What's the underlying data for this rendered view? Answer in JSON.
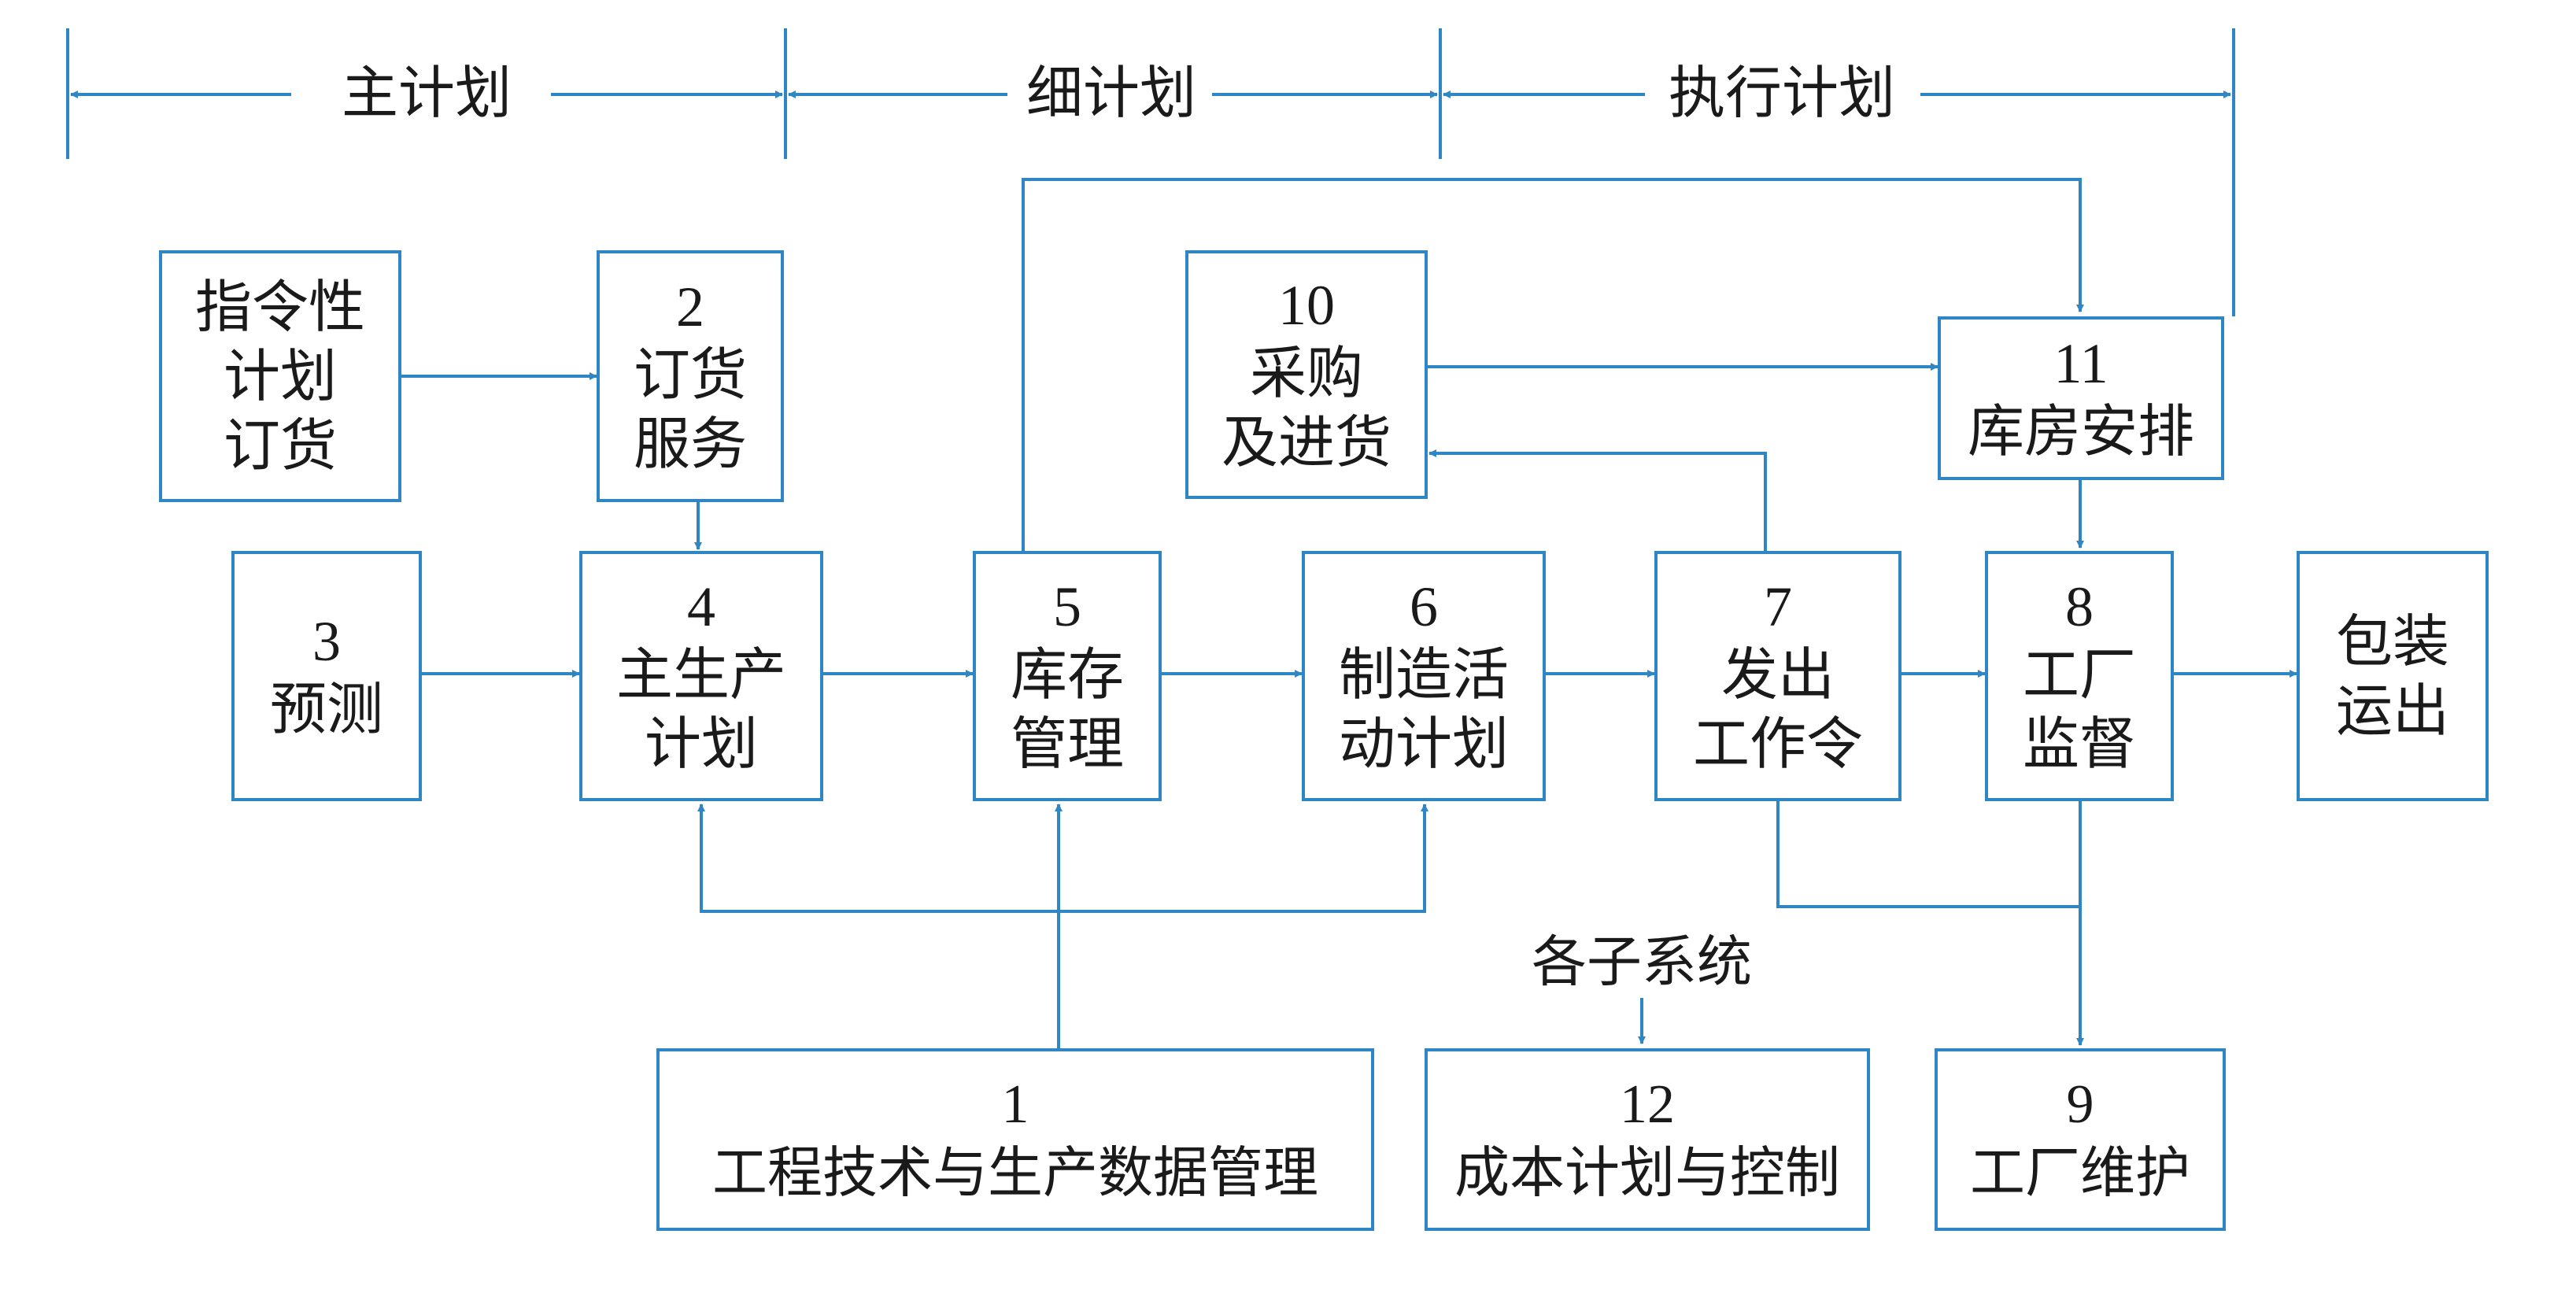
{
  "colors": {
    "line": "#2f86c4",
    "text": "#1a1a1a",
    "background": "#ffffff"
  },
  "phases": {
    "master": "主计划",
    "detail": "细计划",
    "execution": "执行计划"
  },
  "boxes": {
    "b_directive": {
      "lines": [
        "指令性",
        "计划",
        "订货"
      ]
    },
    "b2": {
      "num": "2",
      "lines": [
        "订货",
        "服务"
      ]
    },
    "b3": {
      "num": "3",
      "lines": [
        "预测"
      ]
    },
    "b4": {
      "num": "4",
      "lines": [
        "主生产",
        "计划"
      ]
    },
    "b5": {
      "num": "5",
      "lines": [
        "库存",
        "管理"
      ]
    },
    "b6": {
      "num": "6",
      "lines": [
        "制造活",
        "动计划"
      ]
    },
    "b7": {
      "num": "7",
      "lines": [
        "发出",
        "工作令"
      ]
    },
    "b8": {
      "num": "8",
      "lines": [
        "工厂",
        "监督"
      ]
    },
    "b_ship": {
      "lines": [
        "包装",
        "运出"
      ]
    },
    "b10": {
      "num": "10",
      "lines": [
        "采购",
        "及进货"
      ]
    },
    "b11": {
      "num": "11",
      "lines": [
        "库房安排"
      ]
    },
    "b1": {
      "num": "1",
      "lines": [
        "工程技术与生产数据管理"
      ]
    },
    "b12": {
      "num": "12",
      "lines": [
        "成本计划与控制"
      ]
    },
    "b9": {
      "num": "9",
      "lines": [
        "工厂维护"
      ]
    }
  },
  "subsystems_label": "各子系统"
}
